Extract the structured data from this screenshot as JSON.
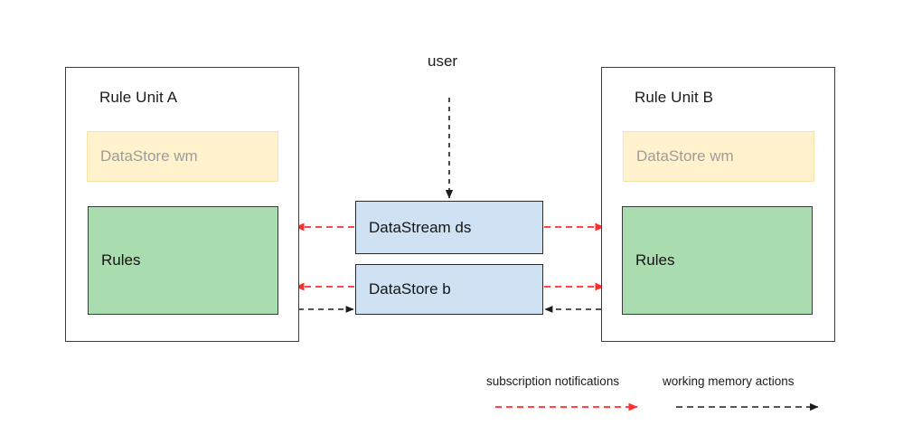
{
  "diagram": {
    "title_text": "",
    "colors": {
      "working_memory_fill": "#fff2cc",
      "rules_fill": "#a9dcaf",
      "datastream_fill": "#cfe2f3",
      "subscription_arrow": "#ff2d2d",
      "action_arrow": "#1b1b1b",
      "box_border": "#3b3b3b",
      "muted_text": "#9d9d9d"
    },
    "actor": {
      "label": "user",
      "arrow_name": "user-to-datastream-arrow"
    },
    "units": [
      {
        "id": "rule-unit-a",
        "title": "Rule Unit A",
        "working_memory": {
          "label": "DataStore wm",
          "id": "datastore-wm-a"
        },
        "rules": {
          "label": "Rules",
          "id": "rules-a"
        }
      },
      {
        "id": "rule-unit-b",
        "title": "Rule Unit B",
        "working_memory": {
          "label": "DataStore wm",
          "id": "datastore-wm-b"
        },
        "rules": {
          "label": "Rules",
          "id": "rules-b"
        }
      }
    ],
    "shared": [
      {
        "id": "datastream-ds",
        "label": "DataStream ds"
      },
      {
        "id": "datastore-b",
        "label": "DataStore b"
      }
    ],
    "legend": [
      {
        "id": "legend-subscription-notifications",
        "label": "subscription notifications",
        "style": "dashed",
        "color": "#ff2d2d"
      },
      {
        "id": "legend-working-memory-actions",
        "label": "working memory actions",
        "style": "dashed",
        "color": "#1b1b1b"
      }
    ],
    "connections": [
      {
        "id": "user-to-datastream",
        "from": "user",
        "to": "datastream-ds",
        "kind": "working memory actions"
      },
      {
        "id": "datastream-to-rules-a",
        "from": "datastream-ds",
        "to": "rules-a",
        "kind": "subscription notifications"
      },
      {
        "id": "datastream-to-rules-b",
        "from": "datastream-ds",
        "to": "rules-b",
        "kind": "subscription notifications"
      },
      {
        "id": "datastore-b-to-rules-a",
        "from": "datastore-b",
        "to": "rules-a",
        "kind": "subscription notifications"
      },
      {
        "id": "datastore-b-to-rules-b",
        "from": "datastore-b",
        "to": "rules-b",
        "kind": "subscription notifications"
      },
      {
        "id": "rules-a-to-datastore-b",
        "from": "rules-a",
        "to": "datastore-b",
        "kind": "working memory actions"
      },
      {
        "id": "rules-b-to-datastore-b",
        "from": "rules-b",
        "to": "datastore-b",
        "kind": "working memory actions"
      },
      {
        "id": "rules-a-to-wm-a",
        "from": "rules-a",
        "to": "datastore-wm-a",
        "kind": "working memory actions"
      },
      {
        "id": "rules-b-to-wm-b",
        "from": "rules-b",
        "to": "datastore-wm-b",
        "kind": "working memory actions"
      }
    ]
  }
}
